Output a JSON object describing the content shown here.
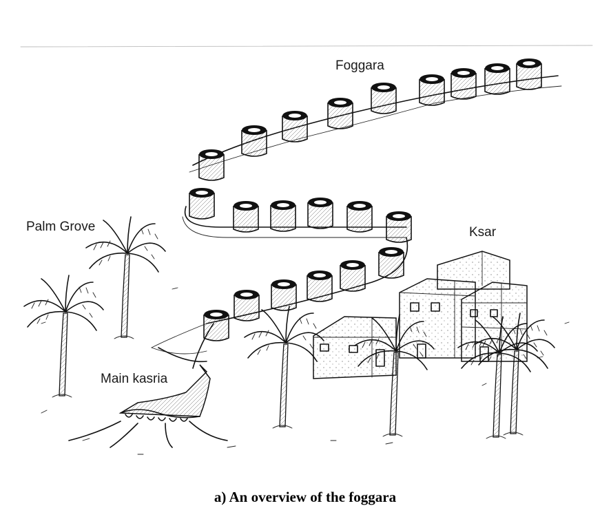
{
  "labels": {
    "foggara": "Foggara",
    "ksar": "Ksar",
    "palm_grove": "Palm Grove",
    "main_kasria": "Main kasria"
  },
  "caption": "a) An overview of the foggara"
}
